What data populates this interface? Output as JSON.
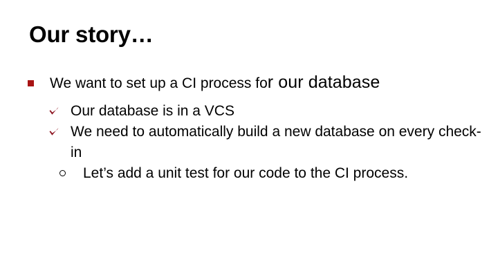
{
  "slide": {
    "title": "Our story…",
    "bullets": {
      "level1": {
        "marker": "square-bullet",
        "text_normal": "We want to set up a CI process fo",
        "text_emphasis": "r our database"
      },
      "level2": [
        {
          "marker": "check-bullet",
          "text": "Our database is in a VCS"
        },
        {
          "marker": "check-bullet",
          "text": "We need to automatically build a new database on every check-in"
        }
      ],
      "level3": [
        {
          "marker": "circle-bullet",
          "text": "Let’s add a unit test for our code to the CI process."
        }
      ]
    }
  },
  "colors": {
    "background": "#ffffff",
    "text": "#000000",
    "bullet_square_red": "#a81414",
    "bullet_check_red": "#8e1622"
  }
}
